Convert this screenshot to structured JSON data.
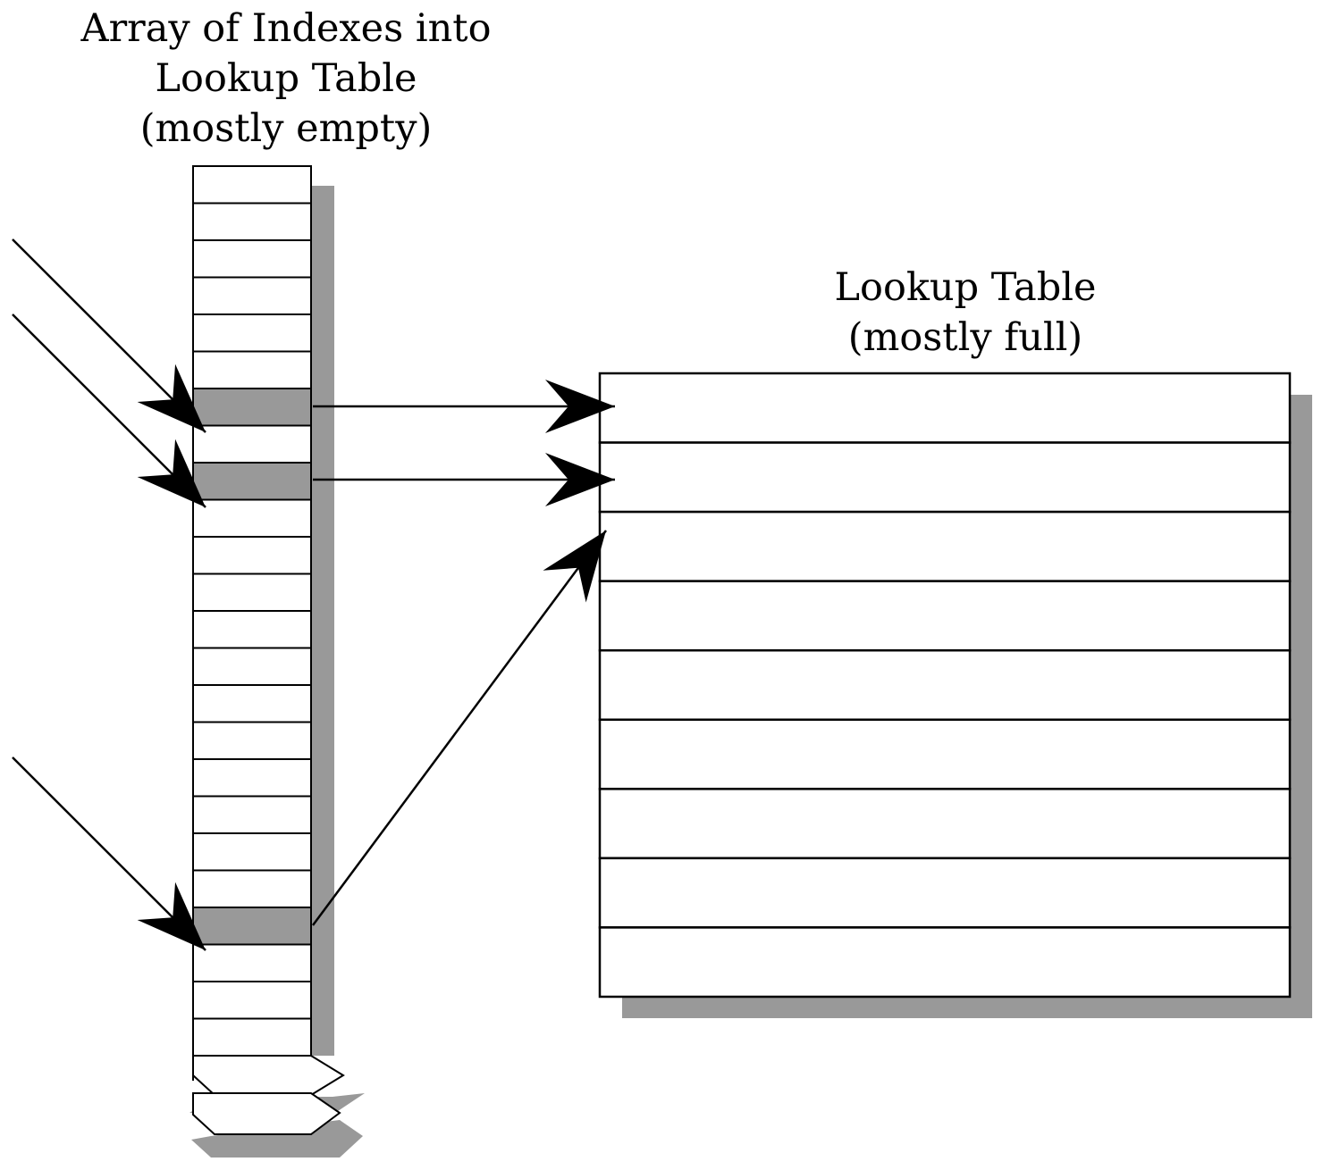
{
  "array_label": {
    "line1": "Array of Indexes into",
    "line2": "Lookup Table",
    "line3": "(mostly empty)"
  },
  "table_label": {
    "line1": "Lookup Table",
    "line2": "(mostly full)"
  },
  "array": {
    "cell_count": 24,
    "highlighted_cells": [
      6,
      8,
      20
    ],
    "continues": true
  },
  "lookup_table": {
    "row_count": 9
  },
  "colors": {
    "line": "#000000",
    "highlight": "#999999",
    "shadow": "#999999",
    "background": "#ffffff"
  }
}
